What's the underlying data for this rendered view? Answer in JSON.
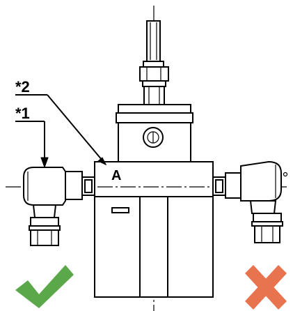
{
  "labels": {
    "callout_2": "*2",
    "callout_1": "*1",
    "marker_a": "A"
  },
  "status": {
    "correct_icon": "check-mark-icon",
    "incorrect_icon": "cross-mark-icon",
    "correct_color": "#5aa84a",
    "incorrect_color": "#e8734f"
  }
}
